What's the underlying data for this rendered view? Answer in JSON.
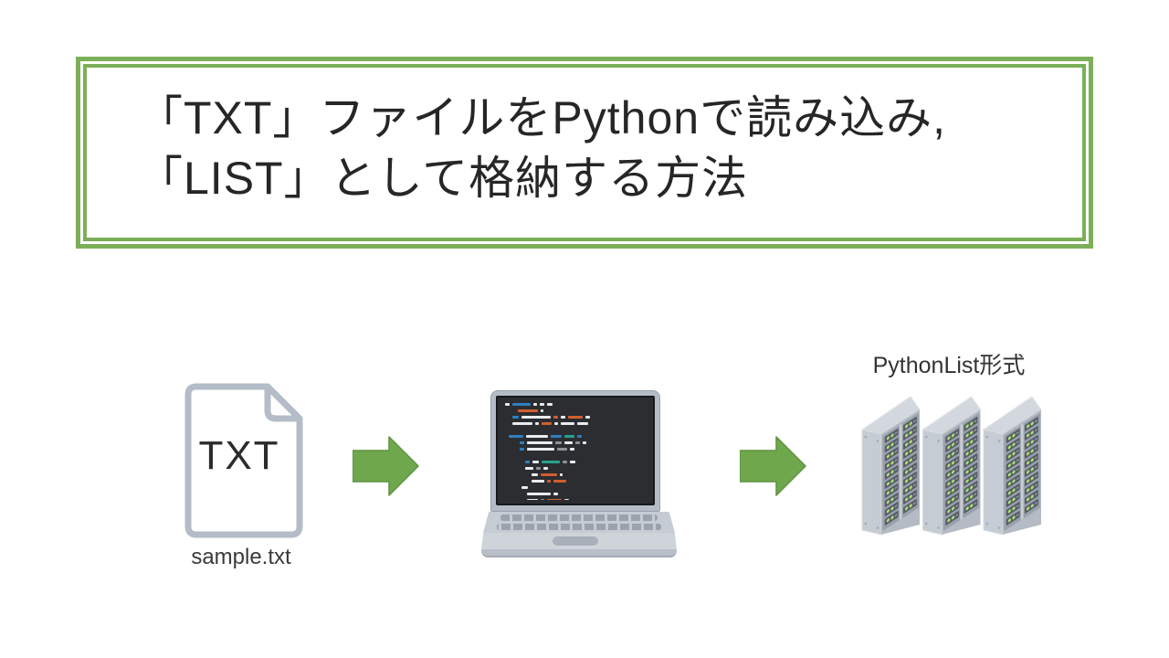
{
  "colors": {
    "green_border": "#7BAF58",
    "arrow_fill": "#6FA84C",
    "arrow_stroke": "#5E9140",
    "file_border": "#B3BCC7",
    "title_text": "#262626"
  },
  "title": {
    "line1": "「TXT」ファイルをPythonで読み込み,",
    "line2": "「LIST」として格納する方法"
  },
  "flow": {
    "file": {
      "label": "TXT",
      "caption": "sample.txt"
    },
    "laptop": {
      "code_colors": {
        "w": "#e9ebee",
        "b": "#2f7fc0",
        "o": "#d05f2d",
        "t": "#26a28b",
        "g": "#8d939b"
      },
      "code_rows": [
        {
          "i": 2,
          "s": "w5 b20 w4 w5 w6"
        },
        {
          "i": 16,
          "s": "o22 w3"
        },
        {
          "i": 10,
          "s": "b7 w32 o5 w5 o16 w5"
        },
        {
          "i": 10,
          "s": "w22 w4 o11 w4 w15 w12"
        },
        {
          "i": 0,
          "s": ""
        },
        {
          "i": 6,
          "s": "b16 w24 b12 t11 b5"
        },
        {
          "i": 18,
          "s": "b5 w28 g7 w9 g5 w4"
        },
        {
          "i": 18,
          "s": "b5 w30 g11 w5"
        },
        {
          "i": 0,
          "s": ""
        },
        {
          "i": 24,
          "s": "b5 w7 t20 g5 w6"
        },
        {
          "i": 24,
          "s": "w9 g5 w5"
        },
        {
          "i": 31,
          "s": "w7 o18 w3"
        },
        {
          "i": 31,
          "s": "w14 o4 o14"
        },
        {
          "i": 20,
          "s": "w7"
        },
        {
          "i": 26,
          "s": "w26 w5"
        },
        {
          "i": 26,
          "s": "w12 g4 o16 w5"
        }
      ]
    },
    "servers": {
      "label": "PythonList形式",
      "count": 3,
      "led_color": "#ADE071"
    }
  }
}
